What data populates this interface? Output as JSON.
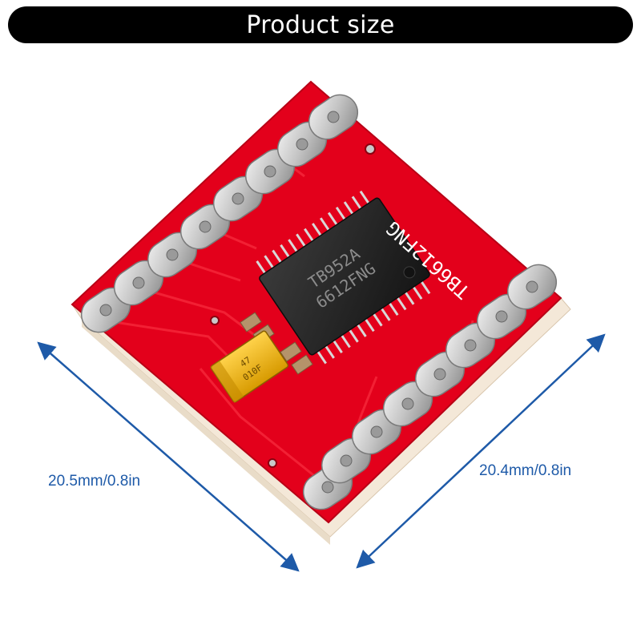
{
  "title": "Product size",
  "board": {
    "silkscreen": "TB6612FNG",
    "chip_line1": "TB952A",
    "chip_line2": "6612FNG",
    "capacitor_line1": "47",
    "capacitor_line2": "010F"
  },
  "dimensions": {
    "width_label": "20.5mm/0.8in",
    "depth_label": "20.4mm/0.8in"
  },
  "colors": {
    "title_bg": "#000000",
    "title_text": "#ffffff",
    "pcb": "#e3001b",
    "chip": "#222222",
    "pad": "#c8c8c8",
    "capacitor": "#f1b71b",
    "dimension": "#1e5aa8"
  }
}
